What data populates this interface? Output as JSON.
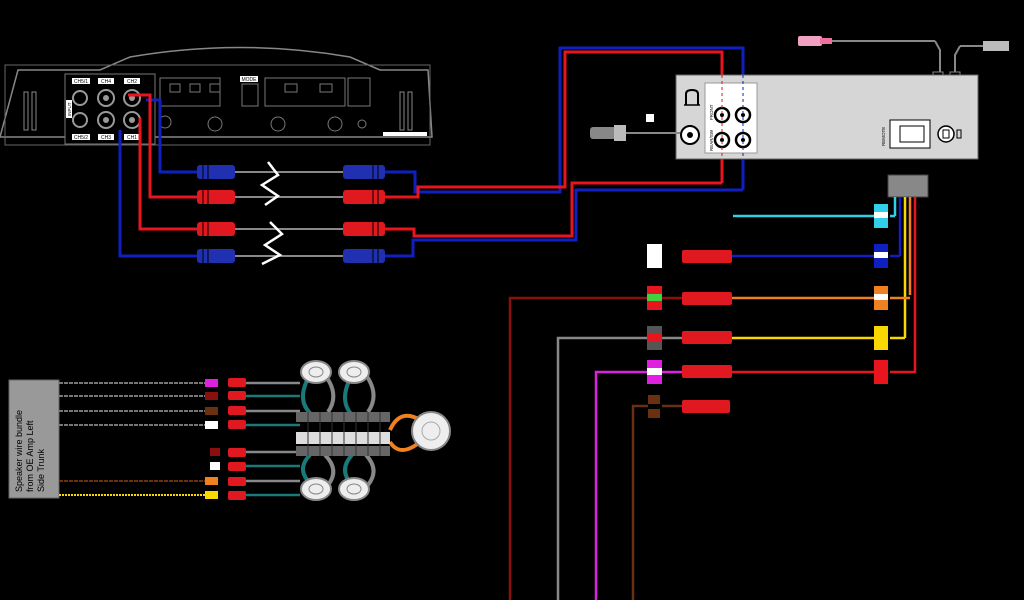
{
  "amplifier": {
    "channels": [
      "CH5/1",
      "CH4",
      "CH2",
      "CH5/2",
      "CH3",
      "CH1"
    ],
    "input_label": "INPUT",
    "mode_label": "MODE"
  },
  "head_unit": {
    "front_label": "FRONT",
    "rear_label": "REAR/SW",
    "port_label": "REMOTE"
  },
  "bundle": {
    "lines": [
      "Speaker wire bundle",
      "from OE Amp Left",
      "Side Trunk"
    ]
  },
  "colors": {
    "red": "#e8141e",
    "blue": "#1020c0",
    "orange": "#f08020",
    "yellow": "#f8d800",
    "cyan": "#30d0e8",
    "magenta": "#e020e0",
    "brown": "#6a3010",
    "darkred": "#8a1010",
    "gray": "#888888"
  }
}
